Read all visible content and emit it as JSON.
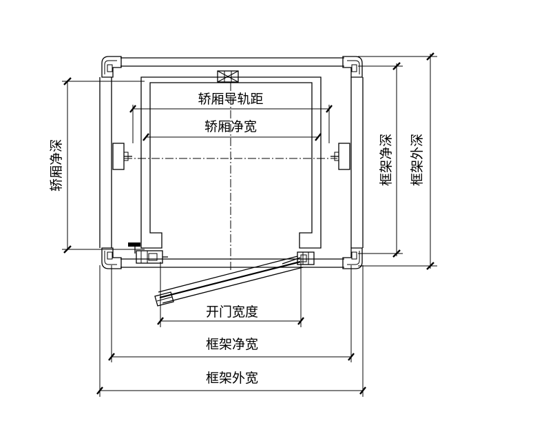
{
  "labels": {
    "car_guide_rail_distance": "轿厢导轨距",
    "car_clear_width": "轿厢净宽",
    "car_clear_depth": "轿厢净深",
    "frame_clear_depth": "框架净深",
    "frame_outer_depth": "框架外深",
    "door_opening_width": "开门宽度",
    "frame_clear_width": "框架净宽",
    "frame_outer_width": "框架外宽"
  }
}
